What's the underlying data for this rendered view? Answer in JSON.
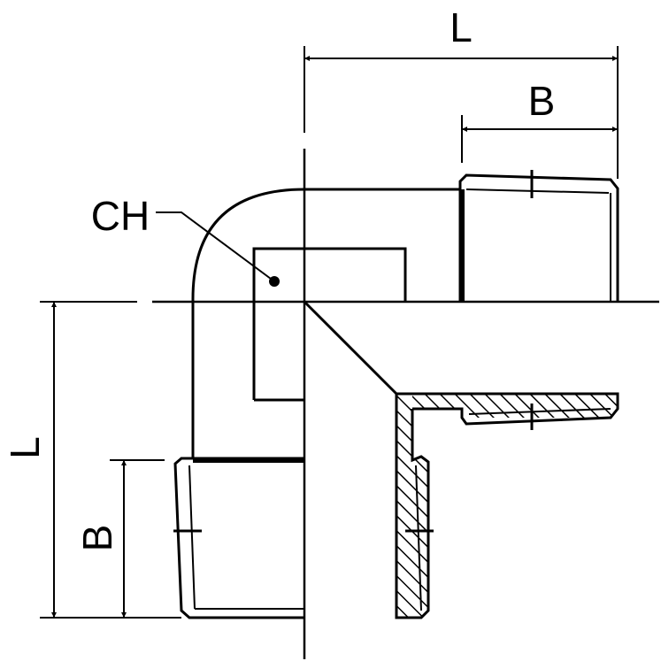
{
  "labels": {
    "top_length": "L",
    "top_thread": "B",
    "hex": "CH",
    "left_length": "L",
    "left_thread": "B"
  },
  "colors": {
    "line": "#000000",
    "background": "#ffffff"
  }
}
